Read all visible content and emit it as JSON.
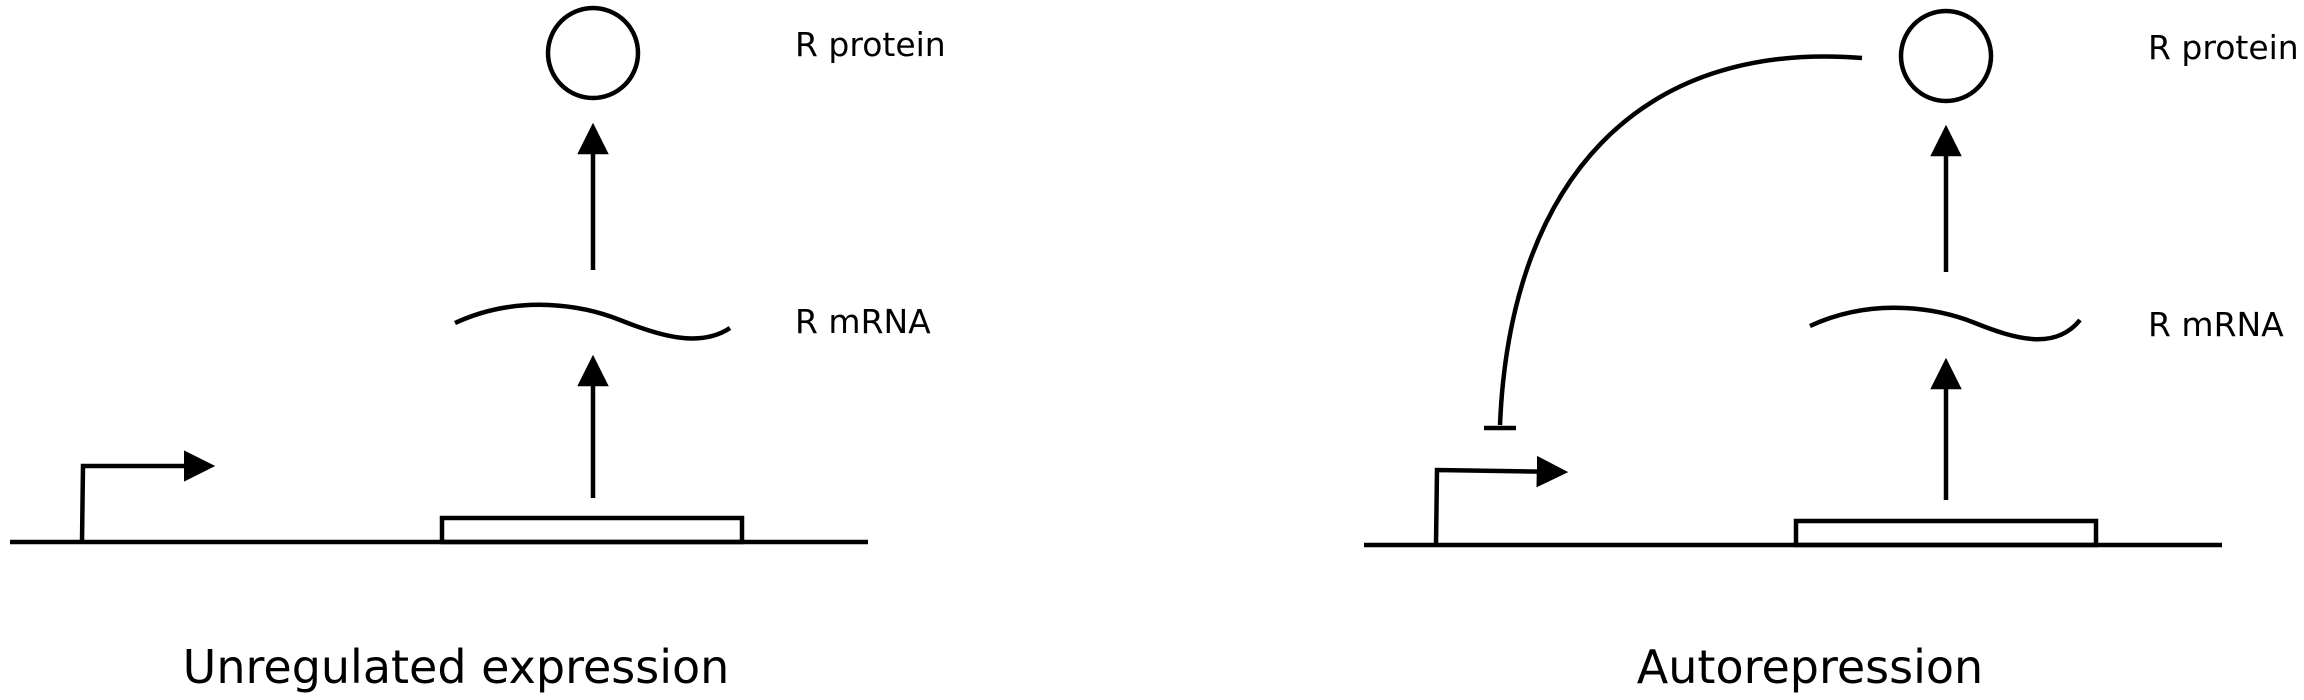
{
  "panels": [
    {
      "caption": "Unregulated expression",
      "protein_label": "R protein",
      "mrna_label": "R mRNA"
    },
    {
      "caption": "Autorepression",
      "protein_label": "R protein",
      "mrna_label": "R mRNA"
    }
  ],
  "colors": {
    "stroke": "#000000",
    "background": "#ffffff"
  }
}
